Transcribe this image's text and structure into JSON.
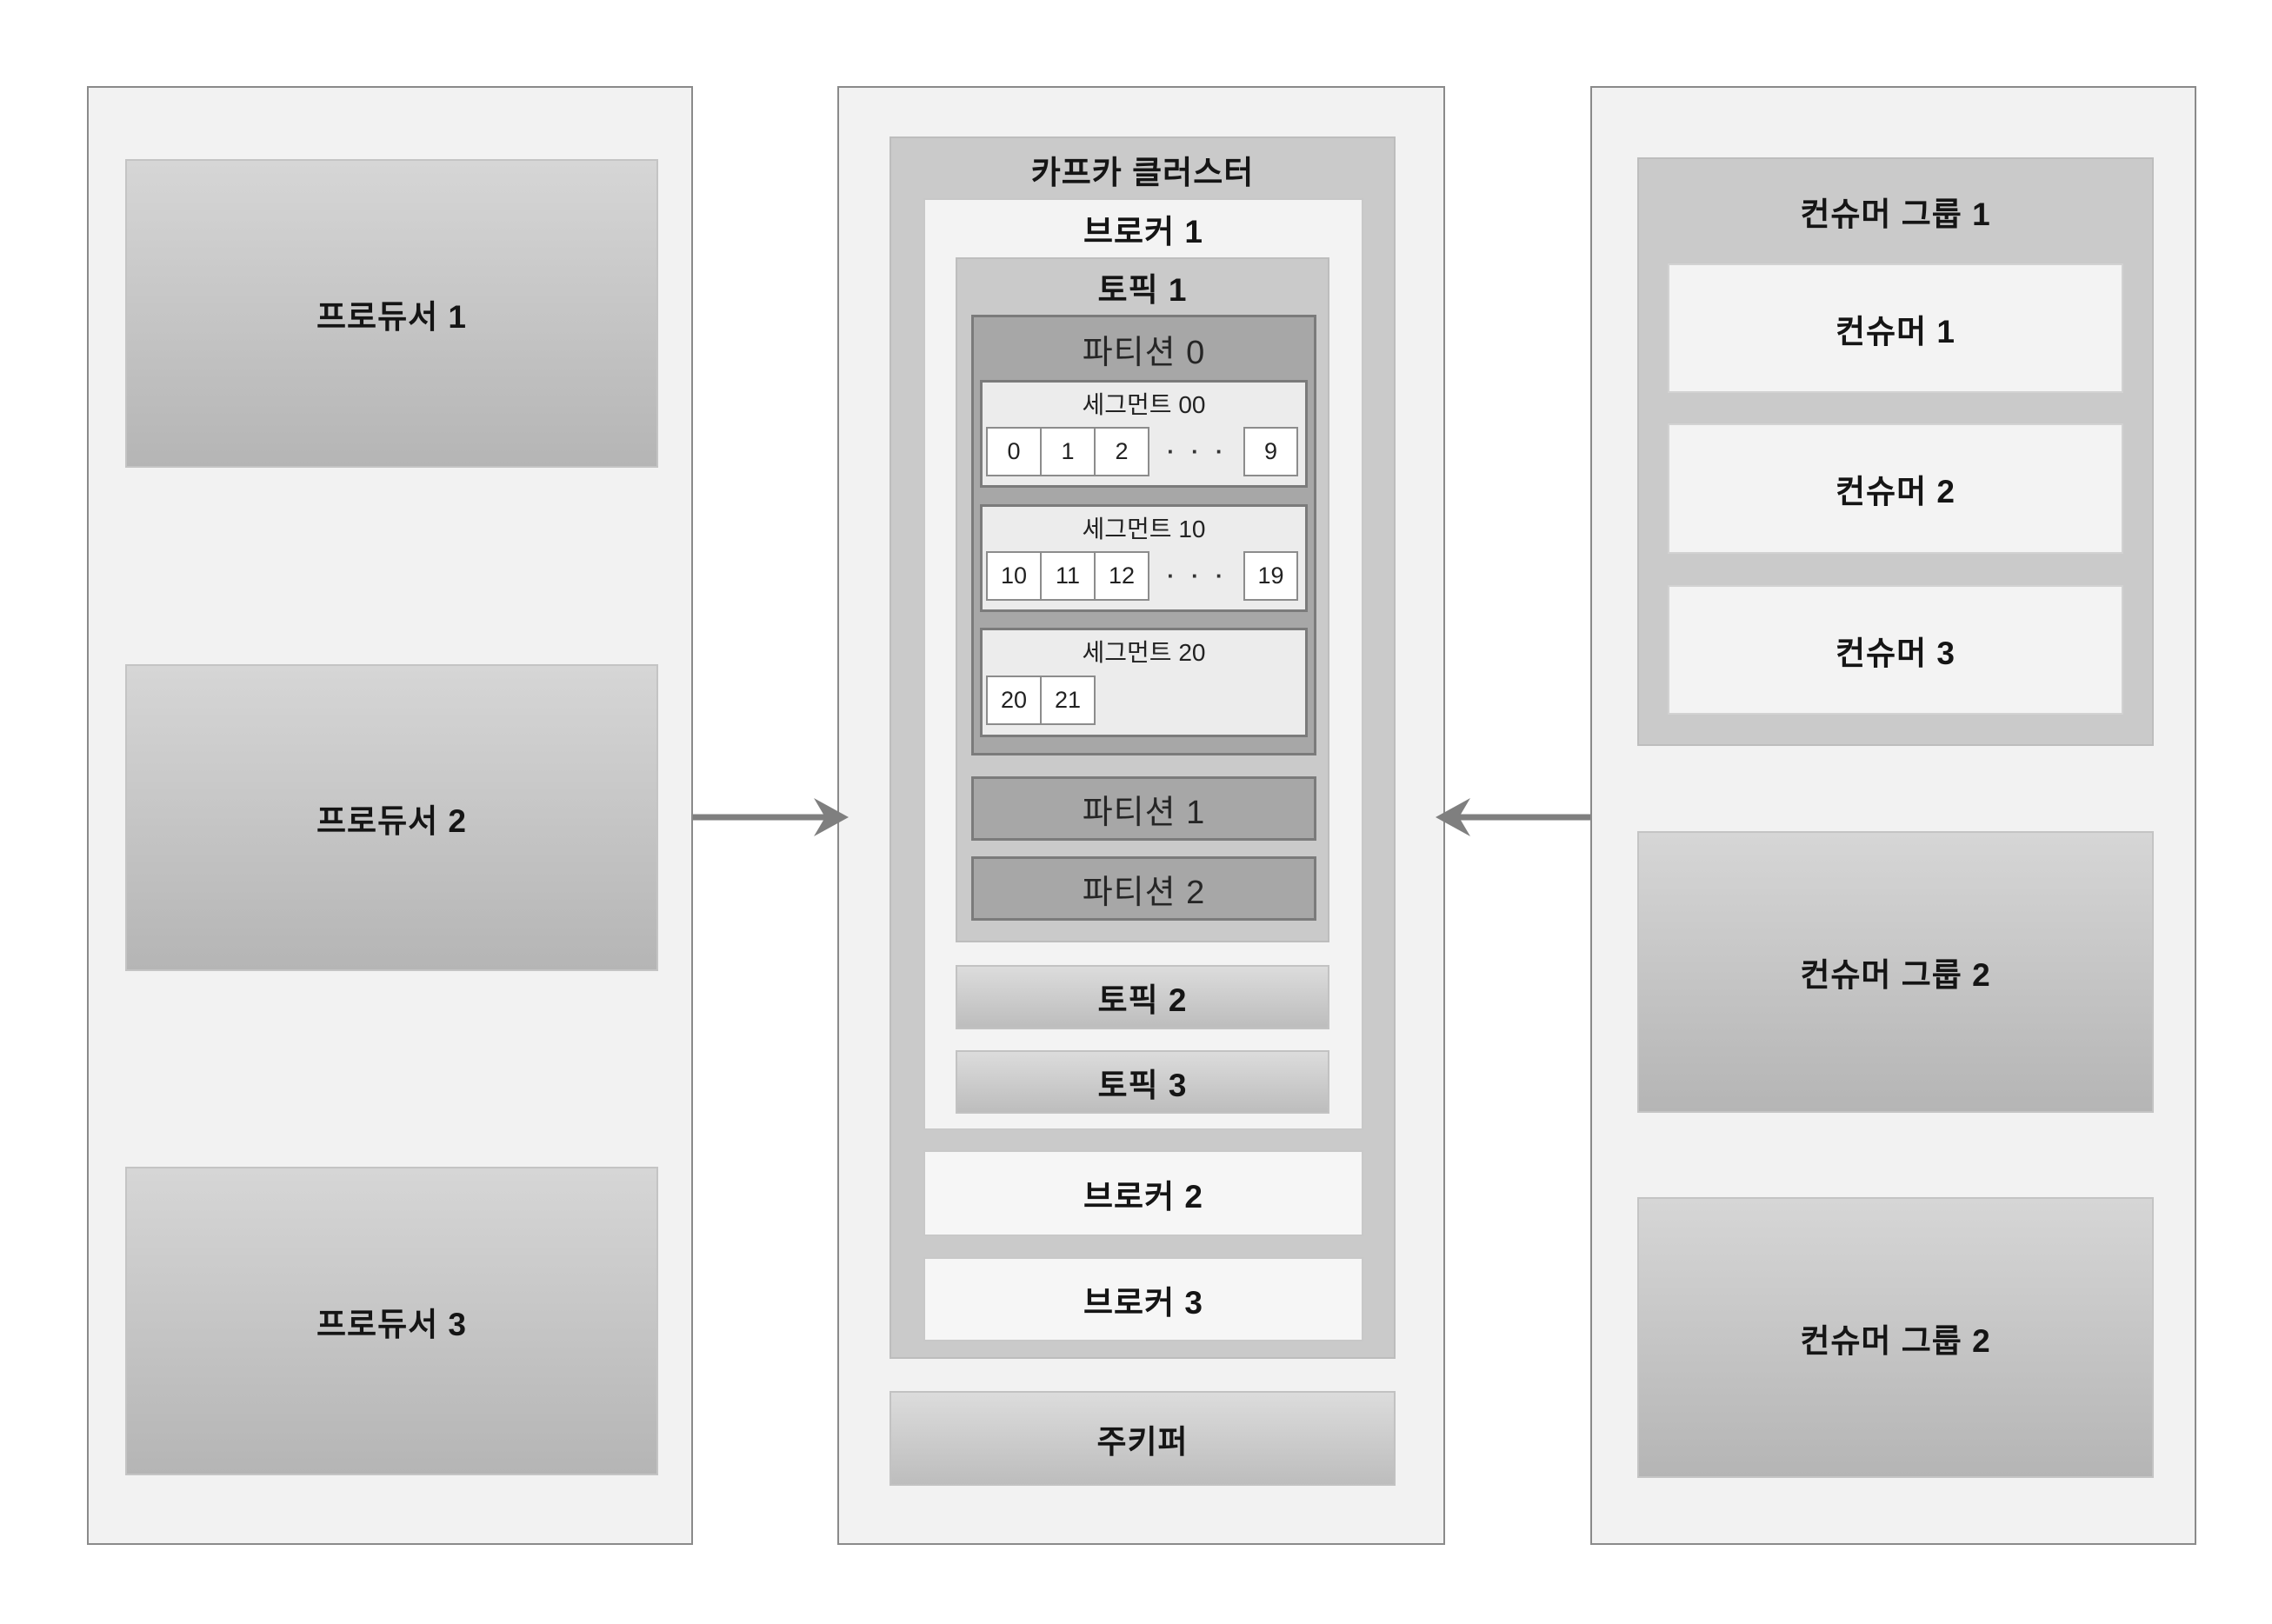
{
  "producers": [
    {
      "label": "프로듀서 1"
    },
    {
      "label": "프로듀서 2"
    },
    {
      "label": "프로듀서 3"
    }
  ],
  "cluster": {
    "title": "카프카 클러스터",
    "brokers": [
      {
        "label": "브로커 1",
        "topics": [
          {
            "label": "토픽 1",
            "partitions": [
              {
                "label": "파티션 0",
                "segments": [
                  {
                    "label": "세그먼트 00",
                    "offsets": [
                      "0",
                      "1",
                      "2"
                    ],
                    "ellipsis": "· · ·",
                    "last_offset": "9"
                  },
                  {
                    "label": "세그먼트 10",
                    "offsets": [
                      "10",
                      "11",
                      "12"
                    ],
                    "ellipsis": "· · ·",
                    "last_offset": "19"
                  },
                  {
                    "label": "세그먼트 20",
                    "offsets": [
                      "20",
                      "21"
                    ]
                  }
                ]
              },
              {
                "label": "파티션 1"
              },
              {
                "label": "파티션 2"
              }
            ]
          },
          {
            "label": "토픽 2"
          },
          {
            "label": "토픽 3"
          }
        ]
      },
      {
        "label": "브로커 2"
      },
      {
        "label": "브로커 3"
      }
    ],
    "zookeeper": "주키퍼"
  },
  "consumer_groups": [
    {
      "label": "컨슈머 그룹 1",
      "consumers": [
        {
          "label": "컨슈머 1"
        },
        {
          "label": "컨슈머 2"
        },
        {
          "label": "컨슈머 3"
        }
      ]
    },
    {
      "label": "컨슈머 그룹 2"
    },
    {
      "label": "컨슈머 그룹 2"
    }
  ],
  "style": {
    "arrow_color": "#7f7f7f"
  }
}
